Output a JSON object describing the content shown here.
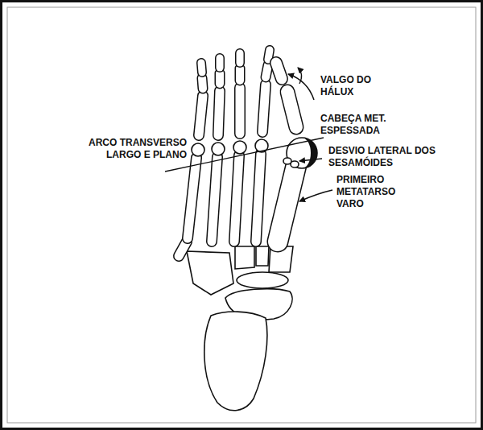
{
  "diagram": {
    "labels": [
      "VALGO DO HÁLUX",
      "CABEÇA MET. ESPESSADA",
      "ARCO TRANSVERSO LARGO E PLANO",
      "DESVIO LATERAL DOS SESAMÓIDES",
      "PRIMEIRO METATARSO VARO"
    ]
  }
}
